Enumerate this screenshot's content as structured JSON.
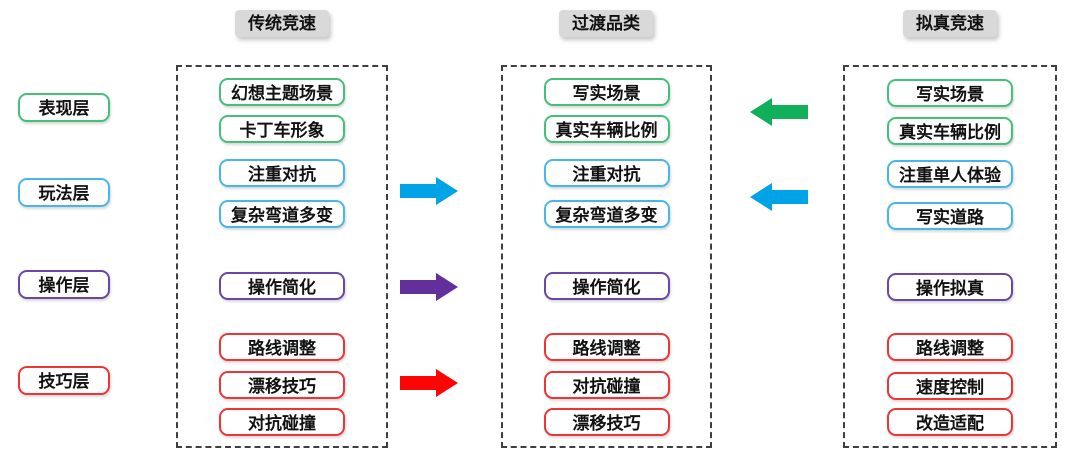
{
  "colors": {
    "presentation": {
      "border": "#44c079",
      "arrow": "#12af5a"
    },
    "gameplay": {
      "border": "#49b6e9",
      "arrow": "#00a3e6"
    },
    "operation": {
      "border": "#6a46a6",
      "arrow": "#622f9b"
    },
    "skill": {
      "border": "#ef3434",
      "arrow": "#fb0505"
    },
    "header_bg": "#d9d9d9",
    "dash_border": "#3f3f3f",
    "text": "#111111"
  },
  "layer_labels": [
    {
      "id": "presentation",
      "label": "表现层"
    },
    {
      "id": "gameplay",
      "label": "玩法层"
    },
    {
      "id": "operation",
      "label": "操作层"
    },
    {
      "id": "skill",
      "label": "技巧层"
    }
  ],
  "columns": [
    {
      "id": "traditional-racing",
      "header": "传统竞速",
      "items": [
        {
          "label": "幻想主题场景",
          "layer": "presentation"
        },
        {
          "label": "卡丁车形象",
          "layer": "presentation"
        },
        {
          "label": "注重对抗",
          "layer": "gameplay"
        },
        {
          "label": "复杂弯道多变",
          "layer": "gameplay"
        },
        {
          "label": "操作简化",
          "layer": "operation"
        },
        {
          "label": "路线调整",
          "layer": "skill"
        },
        {
          "label": "漂移技巧",
          "layer": "skill"
        },
        {
          "label": "对抗碰撞",
          "layer": "skill"
        }
      ]
    },
    {
      "id": "transition-category",
      "header": "过渡品类",
      "items": [
        {
          "label": "写实场景",
          "layer": "presentation"
        },
        {
          "label": "真实车辆比例",
          "layer": "presentation"
        },
        {
          "label": "注重对抗",
          "layer": "gameplay"
        },
        {
          "label": "复杂弯道多变",
          "layer": "gameplay"
        },
        {
          "label": "操作简化",
          "layer": "operation"
        },
        {
          "label": "路线调整",
          "layer": "skill"
        },
        {
          "label": "对抗碰撞",
          "layer": "skill"
        },
        {
          "label": "漂移技巧",
          "layer": "skill"
        }
      ]
    },
    {
      "id": "simulation-racing",
      "header": "拟真竞速",
      "items": [
        {
          "label": "写实场景",
          "layer": "presentation"
        },
        {
          "label": "真实车辆比例",
          "layer": "presentation"
        },
        {
          "label": "注重单人体验",
          "layer": "gameplay"
        },
        {
          "label": "写实道路",
          "layer": "gameplay"
        },
        {
          "label": "操作拟真",
          "layer": "operation"
        },
        {
          "label": "路线调整",
          "layer": "skill"
        },
        {
          "label": "速度控制",
          "layer": "skill"
        },
        {
          "label": "改造适配",
          "layer": "skill"
        }
      ]
    }
  ],
  "arrows": [
    {
      "id": "gameplay-traditional-to-transition",
      "direction": "right",
      "layer": "gameplay"
    },
    {
      "id": "operation-traditional-to-transition",
      "direction": "right",
      "layer": "operation"
    },
    {
      "id": "skill-traditional-to-transition",
      "direction": "right",
      "layer": "skill"
    },
    {
      "id": "presentation-simulation-to-transition",
      "direction": "left",
      "layer": "presentation"
    },
    {
      "id": "gameplay-simulation-to-transition",
      "direction": "left",
      "layer": "gameplay"
    }
  ]
}
